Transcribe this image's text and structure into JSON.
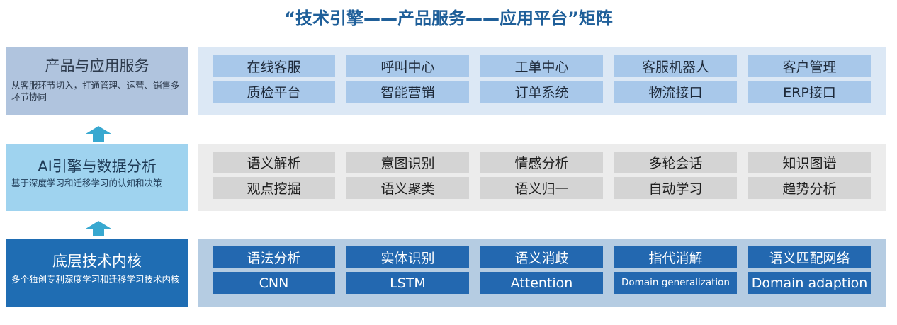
{
  "title": "“技术引擎——产品服务——应用平台”矩阵",
  "rows": [
    {
      "label": "产品与应用服务",
      "desc": "从客服环节切入，打通管理、运营、销售多环节协同",
      "cells": [
        [
          "在线客服",
          "呼叫中心",
          "工单中心",
          "客服机器人",
          "客户管理"
        ],
        [
          "质检平台",
          "智能营销",
          "订单系统",
          "物流接口",
          "ERP接口"
        ]
      ]
    },
    {
      "label": "AI引擎与数据分析",
      "desc": "基于深度学习和迁移学习的认知和决策",
      "cells": [
        [
          "语义解析",
          "意图识别",
          "情感分析",
          "多轮会话",
          "知识图谱"
        ],
        [
          "观点挖掘",
          "语义聚类",
          "语义归一",
          "自动学习",
          "趋势分析"
        ]
      ]
    },
    {
      "label": "底层技术内核",
      "desc": "多个独创专利深度学习和迁移学习技术内核",
      "cells": [
        [
          "语法分析",
          "实体识别",
          "语义消歧",
          "指代消解",
          "语义匹配网络"
        ],
        [
          "CNN",
          "LSTM",
          "Attention",
          "Domain generalization",
          "Domain adaption"
        ]
      ]
    }
  ],
  "colors": {
    "title": "#1f5f99",
    "arrow": "#38a8d0"
  }
}
